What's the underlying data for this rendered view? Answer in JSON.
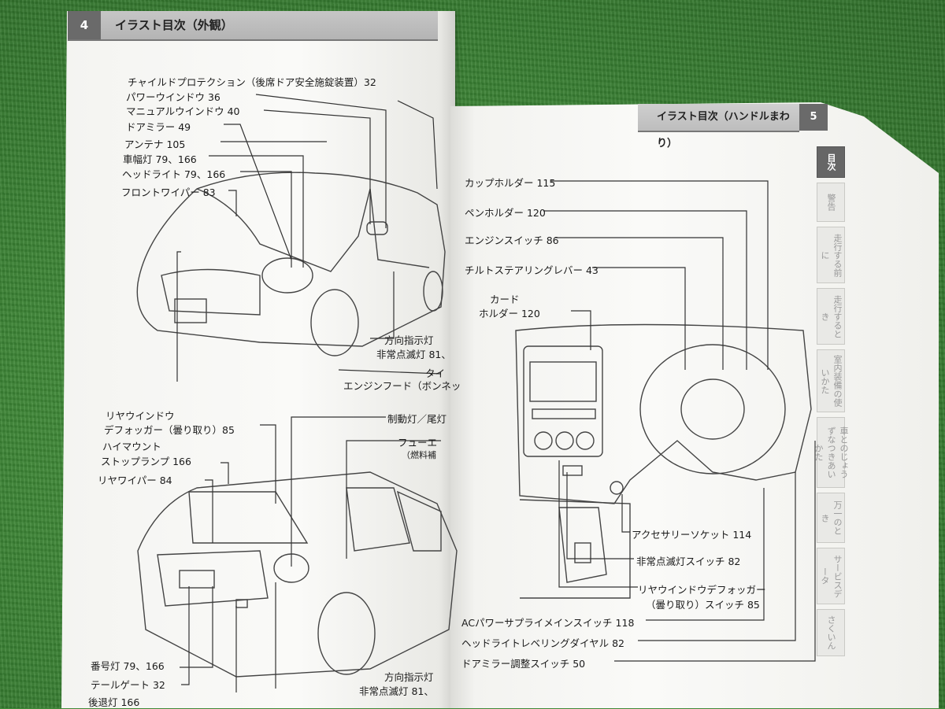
{
  "left_page": {
    "page_number": "4",
    "title": "イラスト目次（外観）",
    "front_labels": [
      "チャイルドプロテクション（後席ドア安全施錠装置）32",
      "パワーウインドウ 36",
      "マニュアルウインドウ 40",
      "ドアミラー 49",
      "アンテナ 105",
      "車幅灯 79、166",
      "ヘッドライト 79、166",
      "フロントワイパー 83",
      "方向指示灯",
      "非常点滅灯 81、",
      "タイ",
      "エンジンフード（ボンネッ"
    ],
    "rear_labels": [
      "リヤウインドウ",
      "デフォッガー（曇り取り）85",
      "ハイマウント",
      "ストップランプ 166",
      "リヤワイパー 84",
      "制動灯／尾灯",
      "フューエ",
      "（燃料補",
      "番号灯 79、166",
      "テールゲート 32",
      "後退灯 166",
      "方向指示灯",
      "非常点滅灯 81、"
    ]
  },
  "right_page": {
    "page_number": "5",
    "title": "イラスト目次（ハンドルまわり）",
    "labels": [
      "カップホルダー 115",
      "ペンホルダー 120",
      "エンジンスイッチ 86",
      "チルトステアリングレバー 43",
      "カード",
      "ホルダー 120",
      "アクセサリーソケット 114",
      "非常点滅灯スイッチ 82",
      "リヤウインドウデフォッガー",
      "（曇り取り）スイッチ 85",
      "ACパワーサプライメインスイッチ 118",
      "ヘッドライトレベリングダイヤル 82",
      "ドアミラー調整スイッチ 50"
    ],
    "tabs": [
      "目次",
      "警告",
      "走行する前に",
      "走行するとき",
      "室内装備の使いかた",
      "車とのじょうずなつきあいかた",
      "万一のとき",
      "サービスデータ",
      "さくいん"
    ]
  }
}
